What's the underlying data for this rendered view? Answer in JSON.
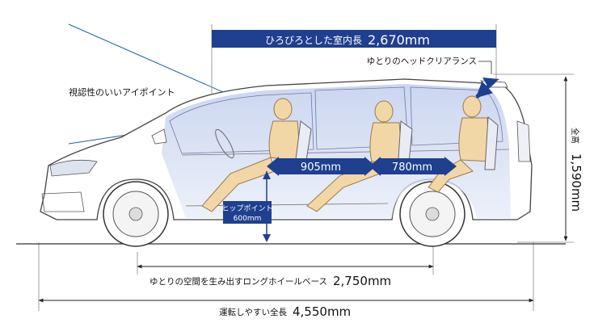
{
  "interior_length": {
    "label": "ひろびろとした室内長",
    "value": "2,670mm"
  },
  "headroom": {
    "label": "ゆとりのヘッドクリアランス"
  },
  "eyepoint": {
    "label": "視認性のいいアイポイント"
  },
  "height": {
    "label": "全高",
    "value": "1,590mm"
  },
  "hip_point": {
    "label": "ヒップポイント",
    "value": "600mm"
  },
  "row1_to_row2": {
    "value": "905mm"
  },
  "row2_to_row3": {
    "value": "780mm"
  },
  "wheelbase": {
    "label": "ゆとりの空間を生み出すロングホイールベース",
    "value": "2,750mm"
  },
  "overall_length": {
    "label": "運転しやすい全長",
    "value": "4,550mm"
  },
  "colors": {
    "accent": "#1f3f8f",
    "interior_tint": "#cdd8f0",
    "body_line": "#444444",
    "occupant": "#f2d7a6",
    "occupant_line": "#9a7a4a"
  }
}
